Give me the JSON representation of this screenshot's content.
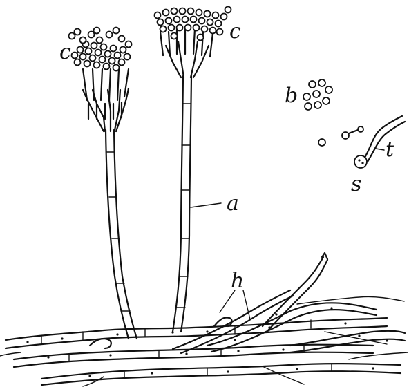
{
  "labels": {
    "c_left": "c",
    "c_right": "c",
    "a": "a",
    "b": "b",
    "t": "t",
    "s": "s",
    "h": "h"
  }
}
